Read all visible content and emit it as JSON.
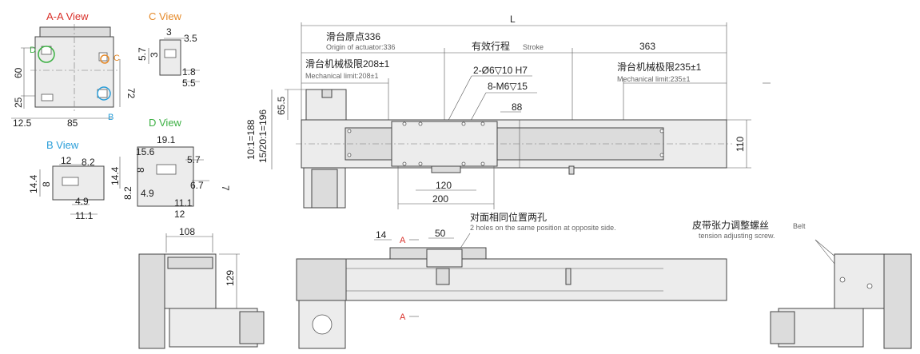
{
  "colors": {
    "view_aa": "#d9302a",
    "view_c": "#e58a2a",
    "view_b": "#2a9ed9",
    "view_d": "#3cb043",
    "marker_a": "#d9302a"
  },
  "views": {
    "aa": "A-A View",
    "c": "C View",
    "b": "B View",
    "d": "D View"
  },
  "markers": {
    "d": "D",
    "c": "C",
    "b": "B",
    "a_top": "A",
    "a_bottom": "A"
  },
  "aa_dims": {
    "h60": "60",
    "h25": "25",
    "w125": "12.5",
    "w85": "85",
    "h72": "72"
  },
  "c_dims": {
    "d3": "3",
    "d35": "3.5",
    "d57": "5.7",
    "d3b": "3",
    "d18": "1.8",
    "d55": "5.5"
  },
  "b_dims": {
    "d12": "12",
    "d82": "8.2",
    "d144": "14.4",
    "d8": "8",
    "d49": "4.9",
    "d111": "11.1"
  },
  "d_dims": {
    "d191": "19.1",
    "d156": "15.6",
    "d57": "5.7",
    "d144": "14.4",
    "d8": "8",
    "d82": "8.2",
    "d49": "4.9",
    "d67": "6.7",
    "d111": "11.1",
    "d12": "12",
    "d7": "7"
  },
  "main": {
    "L": "L",
    "origin_cn": "滑台原点336",
    "origin_en": "Origin of actuator:336",
    "stroke_cn": "有效行程",
    "stroke_en": "Stroke",
    "end_363": "363",
    "mech_left_cn": "滑台机械极限208±1",
    "mech_left_en": "Mechanical limit:208±1",
    "mech_right_cn": "滑台机械极限235±1",
    "mech_right_en": "Mechanical limit:235±1",
    "holes_1": "2-Ø6▽10 H7",
    "holes_2": "8-M6▽15",
    "d88": "88",
    "d655": "65.5",
    "ratio_1": "10:1=188",
    "ratio_2": "15/20:1=196",
    "d110": "110",
    "d120": "120",
    "d200": "200"
  },
  "bottom": {
    "d108": "108",
    "d129": "129",
    "d14": "14",
    "d50": "50",
    "opp_cn": "对面相同位置两孔",
    "opp_en": "2 holes on the same position at opposite side.",
    "belt_cn": "皮带张力调整螺丝",
    "belt_en_1": "Belt",
    "belt_en_2": "tension adjusting screw."
  }
}
